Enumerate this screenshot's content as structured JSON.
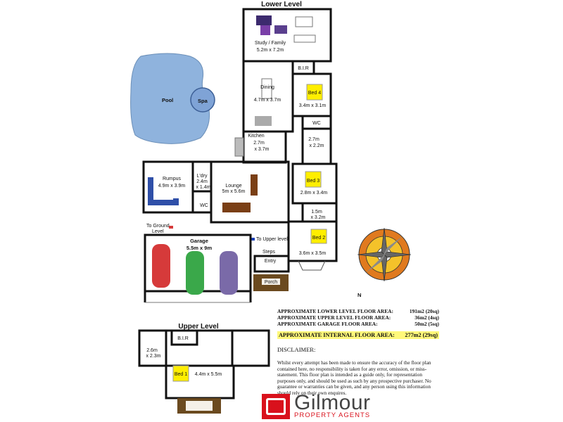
{
  "levels": {
    "lower_title": "Lower Level",
    "upper_title": "Upper Level"
  },
  "rooms": {
    "study_name": "Study / Family",
    "study_dims": "5.2m x 7.2m",
    "bir_lower": "B.I.R",
    "dining_name": "Dining",
    "dining_dims": "4.7m x 3.7m",
    "bed4_name": "Bed 4",
    "bed4_dims": "3.4m x 3.1m",
    "wc_top": "WC",
    "bath_dims_a": "2.7m",
    "bath_dims_b": "x 2.2m",
    "kitchen_name": "Kitchen",
    "kitchen_dims_a": "2.7m",
    "kitchen_dims_b": "x 3.7m",
    "pool": "Pool",
    "spa": "Spa",
    "rumpus_name": "Rumpus",
    "rumpus_dims": "4.9m x 3.9m",
    "ldry_name": "L'dry",
    "ldry_dims_a": "2.4m",
    "ldry_dims_b": "x 1.4m",
    "wc_mid": "WC",
    "lounge_name": "Lounge",
    "lounge_dims": "5m x 5.6m",
    "bed3_name": "Bed 3",
    "bed3_dims": "2.8m x 3.4m",
    "ens_dims_a": "1.5m",
    "ens_dims_b": "x 3.2m",
    "to_ground_a": "To Ground",
    "to_ground_b": "Level",
    "to_upper": "To Upper level",
    "garage_name": "Garage",
    "garage_dims": "5.5m x 9m",
    "steps": "Steps",
    "entry": "Entry",
    "porch": "Porch",
    "bed2_name": "Bed 2",
    "bed2_dims": "3.6m x 3.5m",
    "bir_upper": "B.I.R",
    "upper_bath_a": "2.6m",
    "upper_bath_b": "x 2.3m",
    "bed1_name": "Bed 1",
    "bed1_dims": "4.4m x 5.5m"
  },
  "compass": {
    "north_label": "N"
  },
  "areas": [
    {
      "label": "APPROXIMATE LOWER LEVEL FLOOR AREA:",
      "value": "191m2 (20sq)"
    },
    {
      "label": "APPROXIMATE UPPER LEVEL FLOOR AREA:",
      "value": "36m2 (4sq)"
    },
    {
      "label": "APPROXIMATE GARAGE FLOOR AREA:",
      "value": "50m2 (5sq)"
    }
  ],
  "total_area": {
    "label": "APPROXIMATE INTERNAL FLOOR AREA:",
    "value": "277m2 (29sq)"
  },
  "disclaimer": {
    "heading": "DISCLAIMER:",
    "text": "Whilst every attempt has been made to ensure the accuracy of the floor plan contained here, no responsibility is taken for any error, omission, or miss-statement. This floor plan is intended as a guide only, for representation purposes only, and should be used as such by any prospective purchaser. No guarantee or warranties can be given, and any person using this information should rely on their own enquires."
  },
  "logo": {
    "word": "Gilmour",
    "sub": "PROPERTY AGENTS"
  },
  "colors": {
    "pool": "#8fb3dd",
    "bed": "#ffee00",
    "porch": "#6b4a1f",
    "car_red": "#d63a3a",
    "car_green": "#3aa84a",
    "car_purple": "#7a6aa8",
    "sofa_blue": "#2f4fa8",
    "sofa_brown": "#7a3f15"
  }
}
